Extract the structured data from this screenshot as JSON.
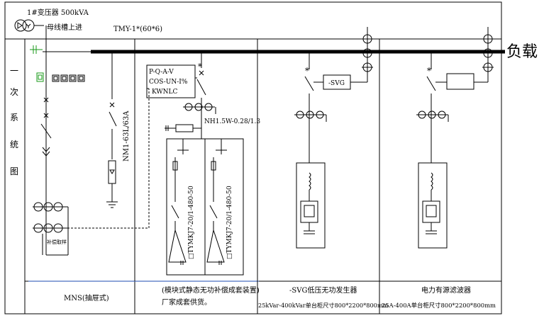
{
  "header": {
    "transformer": "1#变压器 500kVA",
    "busway_entry": "母线槽上进",
    "busbar_spec": "TMY-1*(60*6)"
  },
  "side_title": [
    "一",
    "次",
    "系",
    "统",
    "图"
  ],
  "load_label": "负载",
  "controller": {
    "line1": "P-Q-A-V",
    "line2": "COS-UN-I%",
    "line3": "KWNLC"
  },
  "mccb_label": "NM1-63L/63A",
  "fuse_box_label": "NH1.5W-0.28/1.3",
  "tap_label": "补偿取样",
  "module_labels": [
    "□TYMKJ7-20/1-480-50",
    "□TYMKJ7-20/1-480-50"
  ],
  "svg_box_label": "-SVG",
  "captions": {
    "mns": "MNS(抽屉式)",
    "module_line1": "(模块式静态无功补偿成套装置)",
    "module_line2": "厂家成套供货。",
    "svg_line1": "-SVG低压无功发生器",
    "svg_line2": "25kVar-400kVar单台柜尺寸800*2200*800mm",
    "apf_line1": "电力有源滤波器",
    "apf_line2": "25A-400A单台柜尺寸800*2200*800mm"
  }
}
